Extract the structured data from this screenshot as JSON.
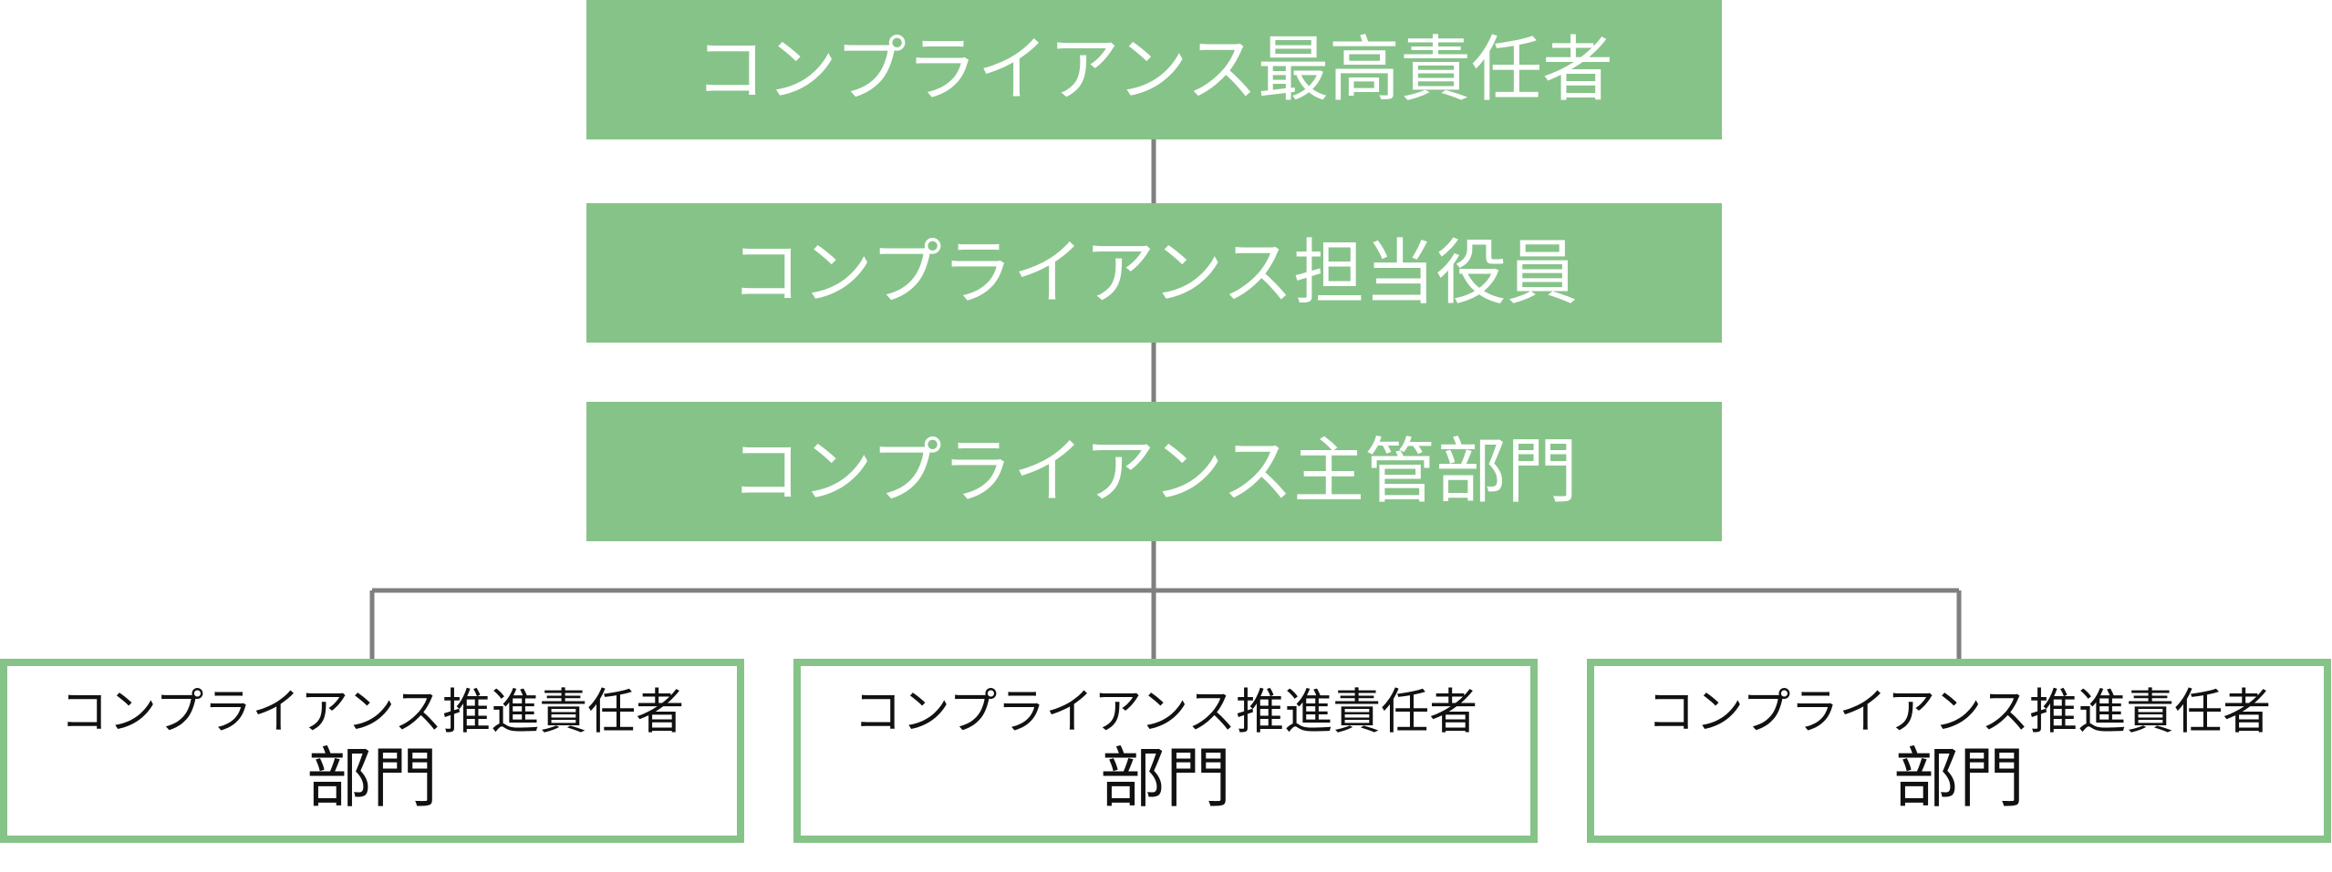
{
  "colors": {
    "box_fill": "#86c388",
    "box_border": "#86c388",
    "connector": "#7f7f7f",
    "top_text": "#ffffff",
    "bottom_text": "#111111"
  },
  "chief": {
    "label": "コンプライアンス最高責任者"
  },
  "officer": {
    "label": "コンプライアンス担当役員"
  },
  "department": {
    "label": "コンプライアンス主管部門"
  },
  "promoters": [
    {
      "line1": "コンプライアンス推進責任者",
      "line2": "部門"
    },
    {
      "line1": "コンプライアンス推進責任者",
      "line2": "部門"
    },
    {
      "line1": "コンプライアンス推進責任者",
      "line2": "部門"
    }
  ]
}
